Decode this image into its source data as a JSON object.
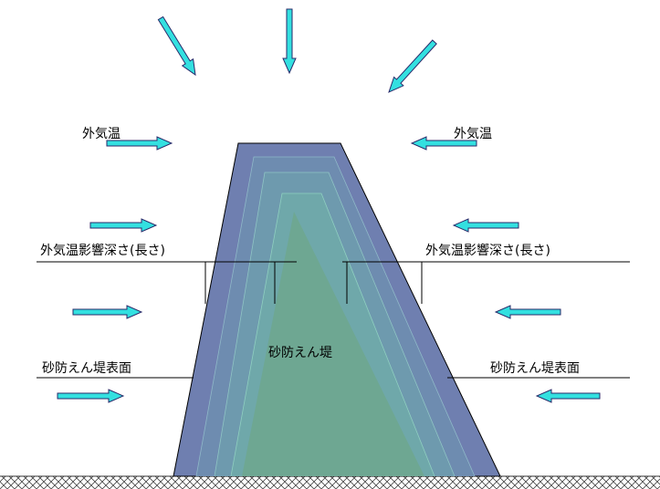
{
  "labels": {
    "outside_air_temp_left": "外気温",
    "outside_air_temp_right": "外気温",
    "influence_depth_left": "外気温影響深さ(長さ)",
    "influence_depth_right": "外気温影響深さ(長さ)",
    "dam_body": "砂防えん堤",
    "dam_surface_left": "砂防えん堤表面",
    "dam_surface_right": "砂防えん堤表面"
  },
  "colors": {
    "arrow_fill": "#33e0e0",
    "arrow_stroke": "#2a2a6a",
    "dam_outer": "#6f7fb0",
    "dam_layer_2": "#6e8cb0",
    "dam_layer_3": "#6e9aae",
    "dam_layer_4": "#6fa8aa",
    "dam_core": "#6ea792",
    "ground_hatch": "#444444"
  }
}
